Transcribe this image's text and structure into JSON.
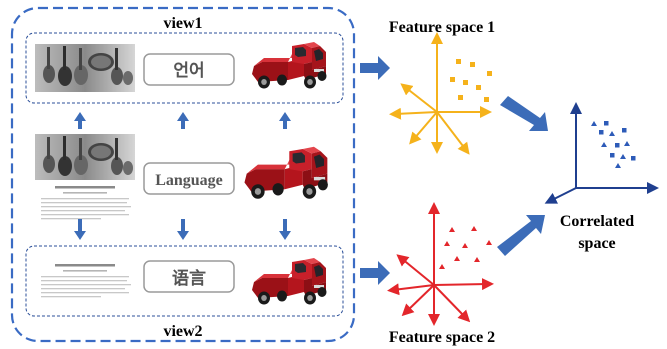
{
  "views": {
    "top_label": "view1",
    "bottom_label": "view2"
  },
  "text_boxes": {
    "view1_text": "언어",
    "middle_text": "Language",
    "view2_text": "语言"
  },
  "feature_spaces": {
    "space1_title": "Feature space 1",
    "space2_title": "Feature space 2",
    "correlated_line1": "Correlated",
    "correlated_line2": "space"
  },
  "colors": {
    "frame_blue": "#3a6bc4",
    "arrow_blue": "#3c6cb8",
    "feature1_color": "#f5b21b",
    "feature2_color": "#e3262b",
    "correlated_color": "#1f3f8f",
    "truck_red": "#c8202a"
  }
}
